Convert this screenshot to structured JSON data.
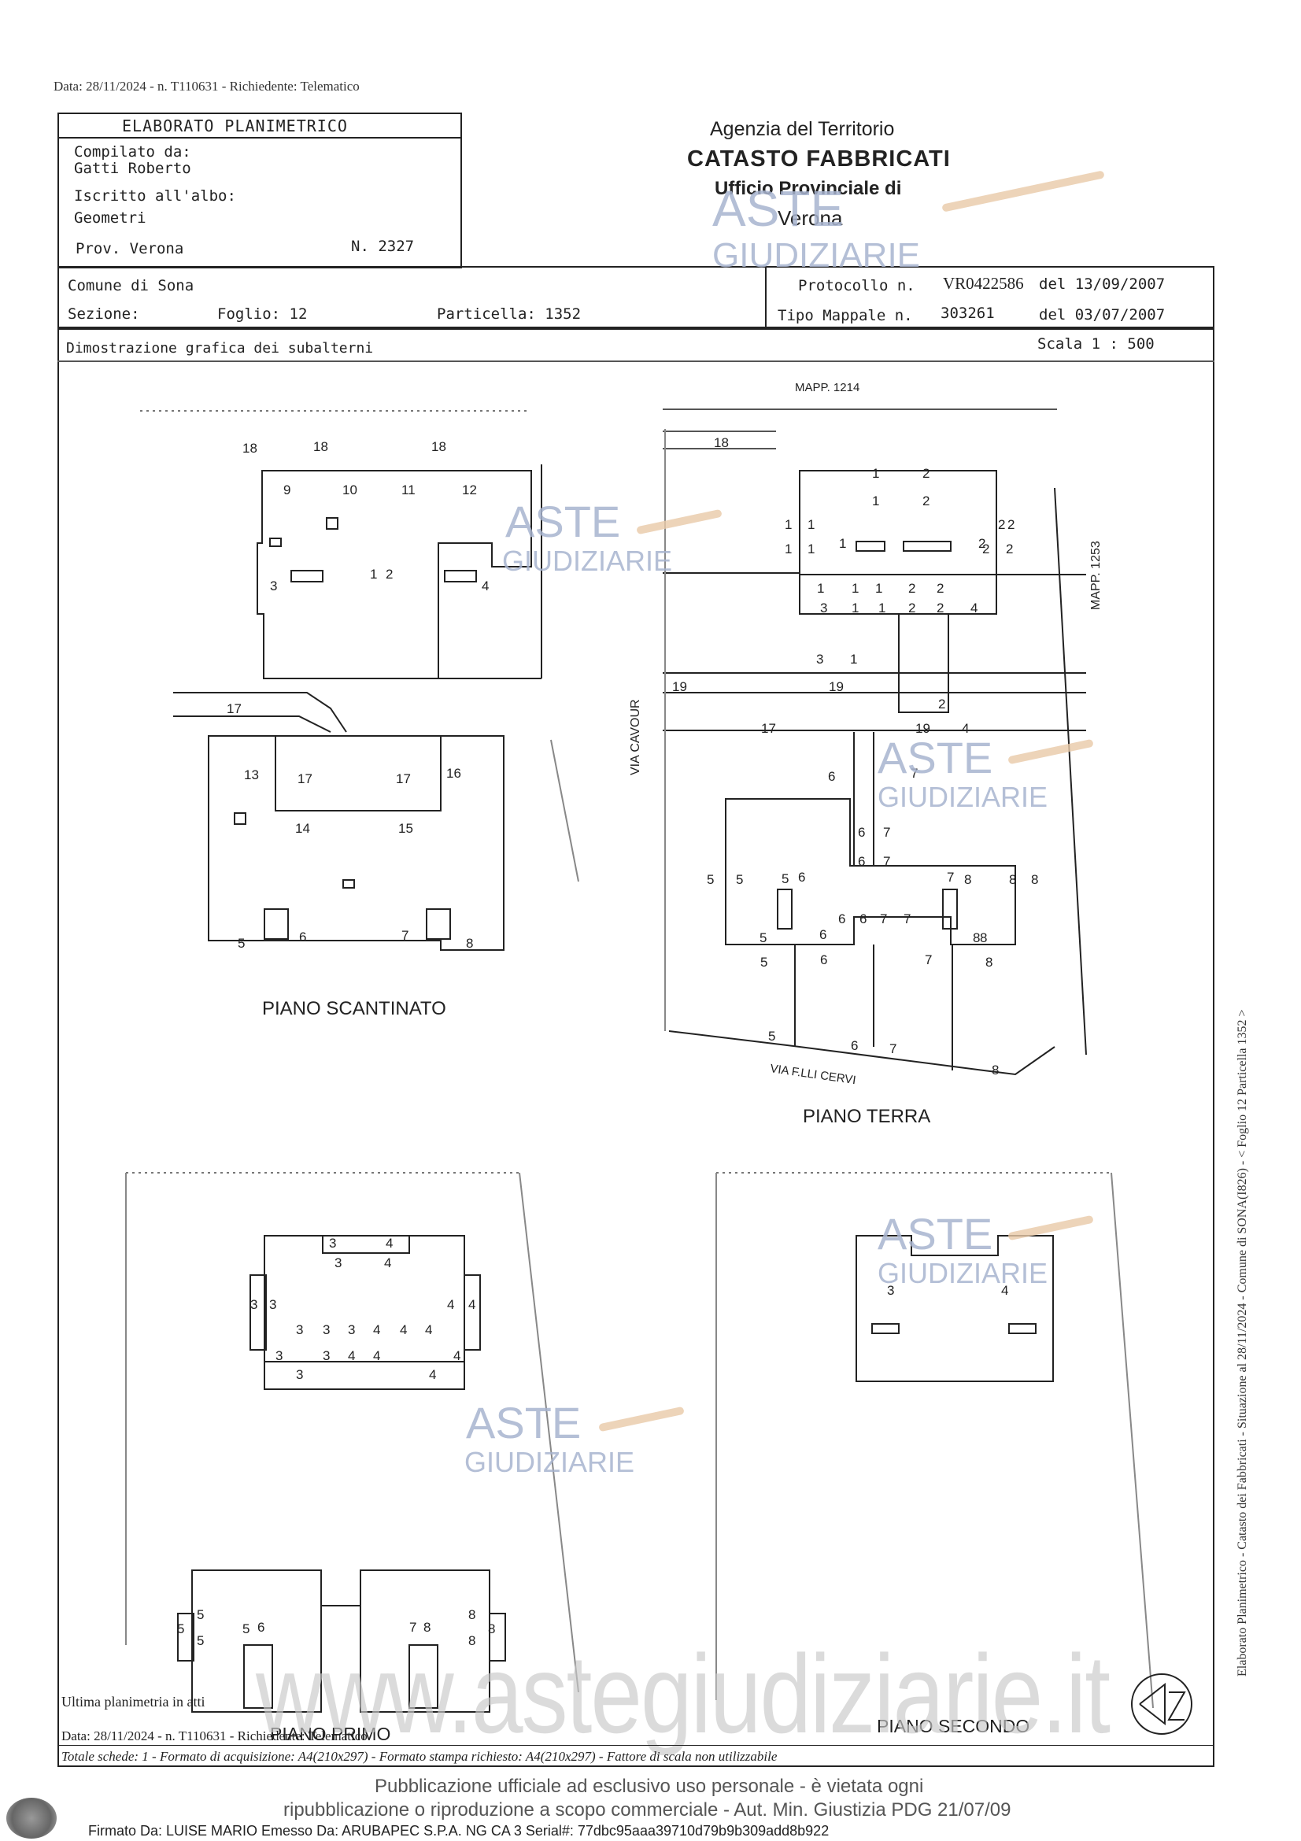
{
  "header_line": "Data: 28/11/2024 - n. T110631 - Richiedente: Telematico",
  "elaborato": {
    "title": "ELABORATO PLANIMETRICO",
    "compilato_label": "Compilato da:",
    "compilato_name": "Gatti Roberto",
    "iscritto_label": "Iscritto all'albo:",
    "albo": "Geometri",
    "prov": "Prov. Verona",
    "numero": "N.  2327"
  },
  "agency": {
    "line1": "Agenzia del Territorio",
    "line2": "CATASTO FABBRICATI",
    "line3": "Ufficio Provinciale di",
    "line4": "Verona"
  },
  "info": {
    "comune": "Comune di Sona",
    "sezione": "Sezione:",
    "foglio": "Foglio: 12",
    "particella": "Particella: 1352",
    "protocollo_label": "Protocollo n.",
    "protocollo": "VR0422586",
    "protocollo_date": "del 13/09/2007",
    "tipo_label": "Tipo Mappale n.",
    "tipo": "303261",
    "tipo_date": "del 03/07/2007",
    "dimostrazione": "Dimostrazione grafica dei subalterni",
    "scala": "Scala 1 : 500"
  },
  "plans": {
    "scantinato": "PIANO SCANTINATO",
    "terra": "PIANO TERRA",
    "primo": "PIANO PRIMO",
    "secondo": "PIANO SECONDO",
    "mapp_1214": "MAPP. 1214",
    "mapp_1253": "MAPP. 1253",
    "via_cavour": "VIA CAVOUR",
    "via_cervi": "VIA F.LLI CERVI"
  },
  "side_text": "Elaborato Planimetrico - Catasto dei Fabbricati - Situazione al 28/11/2024 - Comune di SONA(I826) - < Foglio 12 Particella 1352 >",
  "footer": {
    "ultima": "Ultima planimetria in atti",
    "data_line": "Data: 28/11/2024 - n. T110631 - Richiedente: Telematico",
    "totale": "Totale schede: 1 - Formato di acquisizione: A4(210x297) - Formato stampa richiesto: A4(210x297) - Fattore di scala non utilizzabile",
    "pub1": "Pubblicazione ufficiale ad esclusivo uso personale - è vietata ogni",
    "pub2": "ripubblicazione o riproduzione a scopo commerciale - Aut. Min. Giustizia PDG 21/07/09",
    "firmato": "Firmato Da: LUISE MARIO Emesso Da: ARUBAPEC S.P.A. NG CA 3 Serial#: 77dbc95aaa39710d79b9b309add8b922"
  },
  "watermark": {
    "aste": "ASTE",
    "giudiziarie": "GIUDIZIARIE",
    "url": "www.astegiudiziarie.it"
  }
}
